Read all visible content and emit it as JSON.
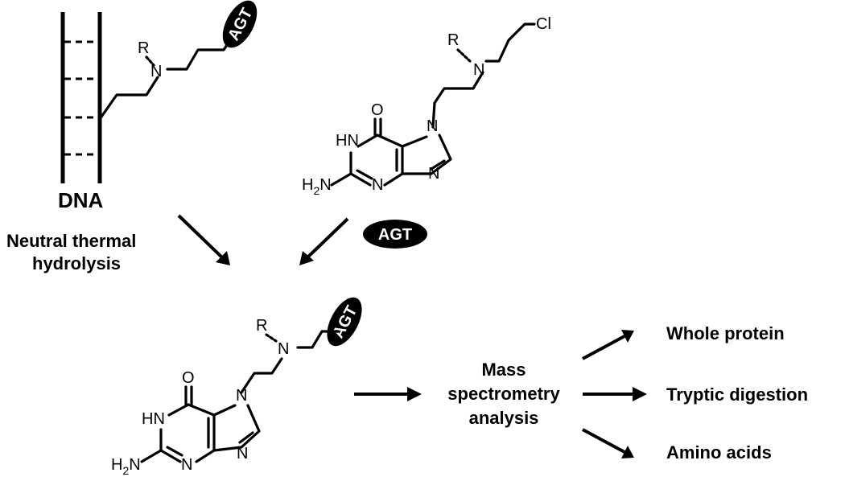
{
  "labels": {
    "dna": "DNA",
    "neutral_hydrolysis_line1": "Neutral thermal",
    "neutral_hydrolysis_line2": "hydrolysis",
    "mass_spec_line1": "Mass",
    "mass_spec_line2": "spectrometry",
    "mass_spec_line3": "analysis",
    "whole_protein": "Whole protein",
    "tryptic_digestion": "Tryptic digestion",
    "amino_acids": "Amino acids"
  },
  "agt_tag": "AGT",
  "atoms": {
    "R": "R",
    "N": "N",
    "Cl": "Cl",
    "O": "O",
    "HN": "HN",
    "H2N_main": "H",
    "H2N_sub": "2",
    "H2N_N": "N"
  }
}
